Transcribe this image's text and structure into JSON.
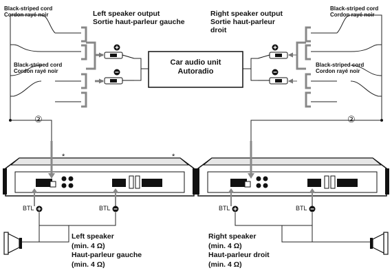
{
  "labels": {
    "left_output_line1": "Left speaker output",
    "left_output_line2": "Sortie haut-parleur gauche",
    "right_output_line1": "Right speaker output",
    "right_output_line2": "Sortie haut-parleur",
    "right_output_line3": "droit",
    "cord_en": "Black-striped cord",
    "cord_fr": "Cordon rayé noir",
    "unit_line1": "Car audio unit",
    "unit_line2": "Autoradio",
    "circle_num": "②",
    "asterisk": "*",
    "btl_plus": "BTL",
    "btl_minus": "BTL",
    "plus": "+",
    "minus": "−",
    "left_spk_line1": "Left speaker",
    "left_spk_line2": "(min. 4 Ω)",
    "left_spk_line3": "Haut-parleur gauche",
    "left_spk_line4": "(min. 4 Ω)",
    "right_spk_line1": "Right speaker",
    "right_spk_line2": "(min. 4 Ω)",
    "right_spk_line3": "Haut-parleur droit",
    "right_spk_line4": "(min. 4 Ω)"
  },
  "colors": {
    "line": "#222222",
    "grey": "#888888",
    "dark": "#111111"
  }
}
